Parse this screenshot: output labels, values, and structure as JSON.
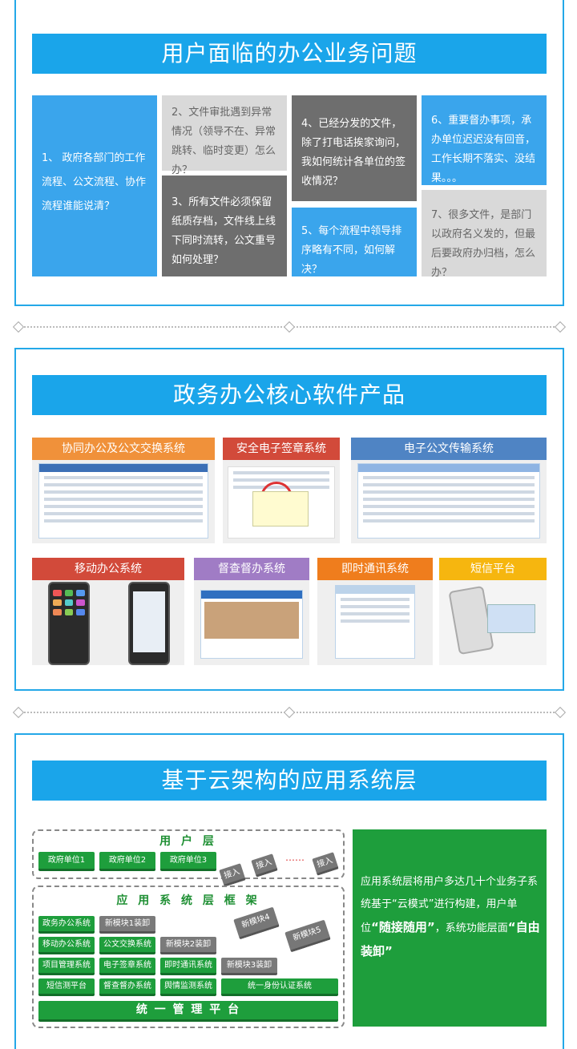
{
  "section1": {
    "title": "用户面临的办公业务问题",
    "problems": [
      {
        "text": "1、 政府各部门的工作流程、公文流程、协作流程谁能说清？",
        "color": "blue"
      },
      {
        "text": "2、文件审批遇到异常情况（领导不在、异常跳转、临时变更）怎么办？",
        "color": "grey"
      },
      {
        "text": "3、所有文件必须保留纸质存档，文件线上线下同时流转，公文重号如何处理？",
        "color": "dark"
      },
      {
        "text": "4、已经分发的文件，除了打电话挨家询问，我如何统计各单位的签收情况？",
        "color": "dark"
      },
      {
        "text": "5、每个流程中领导排序略有不同，如何解决？",
        "color": "blue"
      },
      {
        "text": "6、重要督办事项，承办单位迟迟没有回音，工作长期不落实、没结果。。。",
        "color": "blue"
      },
      {
        "text": "7、很多文件，是部门以政府名义发的，但最后要政府办归档，怎么办？",
        "color": "grey"
      }
    ]
  },
  "section2": {
    "title": "政务办公核心软件产品",
    "products": [
      {
        "name": "协同办公及公文交换系统",
        "color": "#f0913a"
      },
      {
        "name": "安全电子签章系统",
        "color": "#d24a3a"
      },
      {
        "name": "电子公文传输系统",
        "color": "#4f84c4"
      },
      {
        "name": "移动办公系统",
        "color": "#d24a3a"
      },
      {
        "name": "督查督办系统",
        "color": "#a07cc5"
      },
      {
        "name": "即时通讯系统",
        "color": "#ef7d1d"
      },
      {
        "name": "短信平台",
        "color": "#f6b60f"
      }
    ]
  },
  "section3": {
    "title": "基于云架构的应用系统层",
    "user_layer": {
      "title": "用 户 层",
      "units": [
        "政府单位1",
        "政府单位2",
        "政府单位3"
      ],
      "access": [
        "接入",
        "接入",
        "接入"
      ],
      "ellipsis": "……"
    },
    "app_layer": {
      "title": "应 用 系 统 层 框 架",
      "systems": [
        "政务办公系统",
        "新模块1装卸",
        "移动办公系统",
        "公文交换系统",
        "新模块2装卸",
        "项目管理系统",
        "电子签章系统",
        "即时通讯系统",
        "新模块3装卸",
        "短信测平台",
        "督查督办系统",
        "舆情监测系统",
        "统一身份认证系统"
      ],
      "floating": [
        "新模块4",
        "新模块5"
      ],
      "platform": "统 一 管 理 平 台"
    },
    "description": {
      "part1": "应用系统层将用户多达几十个业务子系统基于“云模式”进行构建，用户单位",
      "bold1": "“随接随用”",
      "part2": "，系统功能层面",
      "bold2": "“自由装卸”"
    }
  }
}
